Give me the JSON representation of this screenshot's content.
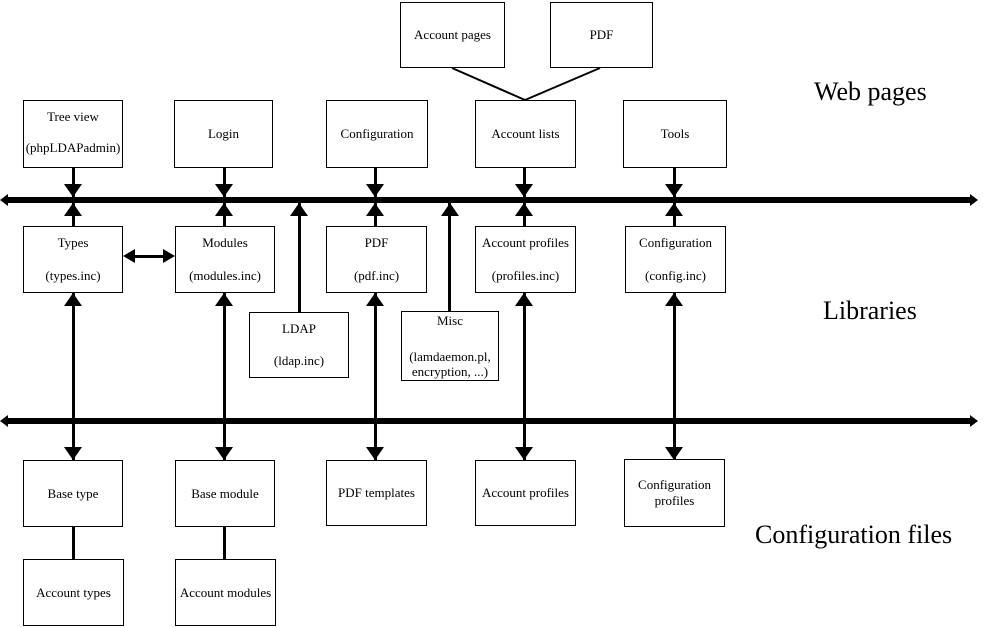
{
  "colors": {
    "foreground": "#000000",
    "background": "#ffffff"
  },
  "section_labels": {
    "web_pages": "Web pages",
    "libraries": "Libraries",
    "configuration_files": "Configuration files"
  },
  "boxes": {
    "account_pages": {
      "title": "Account pages"
    },
    "pdf_page": {
      "title": "PDF"
    },
    "tree_view": {
      "title": "Tree view",
      "subtitle": "(phpLDAPadmin)"
    },
    "login": {
      "title": "Login"
    },
    "configuration_page": {
      "title": "Configuration"
    },
    "account_lists": {
      "title": "Account lists"
    },
    "tools": {
      "title": "Tools"
    },
    "types_lib": {
      "title": "Types",
      "subtitle": "(types.inc)"
    },
    "modules_lib": {
      "title": "Modules",
      "subtitle": "(modules.inc)"
    },
    "pdf_lib": {
      "title": "PDF",
      "subtitle": "(pdf.inc)"
    },
    "account_profiles_lib": {
      "title": "Account profiles",
      "subtitle": "(profiles.inc)"
    },
    "configuration_lib": {
      "title": "Configuration",
      "subtitle": "(config.inc)"
    },
    "ldap_lib": {
      "title": "LDAP",
      "subtitle": "(ldap.inc)"
    },
    "misc_lib": {
      "title": "Misc",
      "subtitle_line1": "(lamdaemon.pl,",
      "subtitle_line2": "encryption, ...)"
    },
    "base_type": {
      "title": "Base type"
    },
    "base_module": {
      "title": "Base module"
    },
    "pdf_templates": {
      "title": "PDF templates"
    },
    "account_profiles_file": {
      "title": "Account profiles"
    },
    "configuration_profiles": {
      "title": "Configuration profiles"
    },
    "account_types": {
      "title": "Account types"
    },
    "account_modules": {
      "title": "Account modules"
    }
  }
}
